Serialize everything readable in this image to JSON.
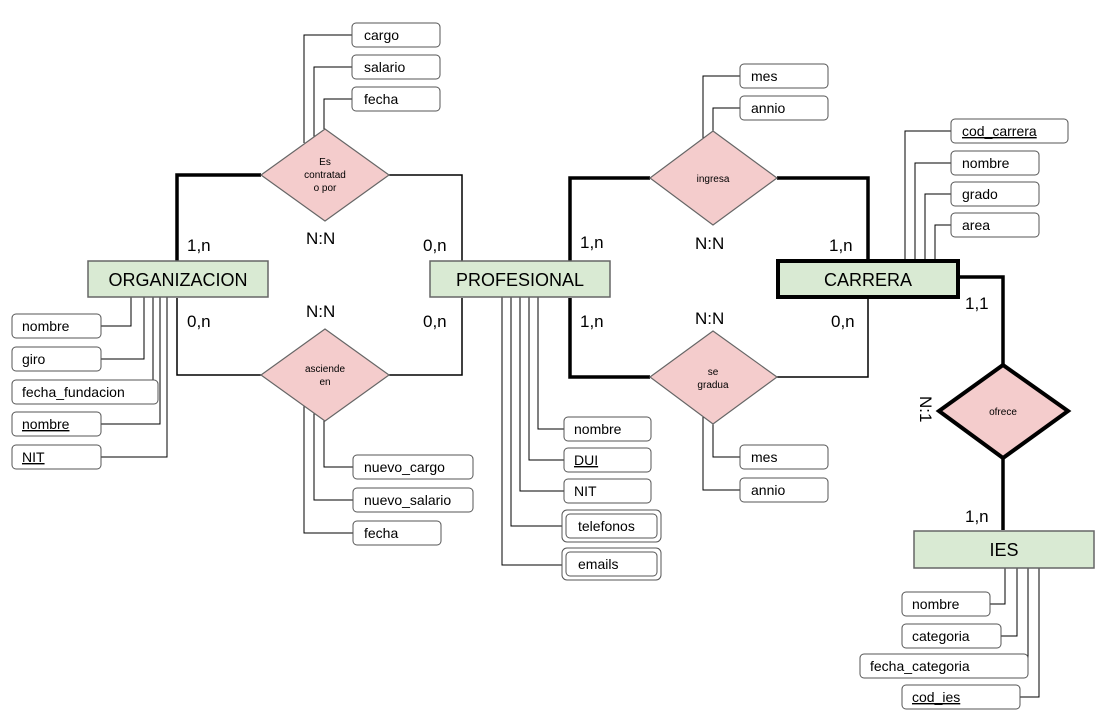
{
  "colors": {
    "entity_fill": "#d9ead3",
    "relation_fill": "#f4cccc",
    "line": "#000000",
    "attr_border": "#555555"
  },
  "entities": {
    "organizacion": "ORGANIZACION",
    "profesional": "PROFESIONAL",
    "carrera": "CARRERA",
    "ies": "IES"
  },
  "relations": {
    "contratado": [
      "Es",
      "contratad",
      "o por"
    ],
    "asciende": [
      "asciende",
      "en"
    ],
    "ingresa": [
      "ingresa"
    ],
    "gradua": [
      "se",
      "gradua"
    ],
    "ofrece": [
      "ofrece"
    ]
  },
  "attributes": {
    "contratado": [
      "cargo",
      "salario",
      "fecha"
    ],
    "asciende": [
      "nuevo_cargo",
      "nuevo_salario",
      "fecha"
    ],
    "organizacion": [
      "nombre",
      "giro",
      "fecha_fundacion",
      "nombre",
      "NIT"
    ],
    "profesional": [
      "nombre",
      "DUI",
      "NIT",
      "telefonos",
      "emails"
    ],
    "ingresa": [
      "mes",
      "annio"
    ],
    "gradua": [
      "mes",
      "annio"
    ],
    "carrera": [
      "cod_carrera",
      "nombre",
      "grado",
      "area"
    ],
    "ies": [
      "nombre",
      "categoria",
      "fecha_categoria",
      "cod_ies"
    ]
  },
  "cardinalities": {
    "org_contratado": "1,n",
    "prof_contratado": "0,n",
    "contratado_ratio": "N:N",
    "org_asciende": "0,n",
    "prof_asciende": "0,n",
    "asciende_ratio": "N:N",
    "prof_ingresa": "1,n",
    "carrera_ingresa": "1,n",
    "ingresa_ratio": "N:N",
    "prof_gradua": "1,n",
    "carrera_gradua": "0,n",
    "gradua_ratio": "N:N",
    "carrera_ofrece": "1,1",
    "ies_ofrece": "1,n",
    "ofrece_ratio": "N:1"
  }
}
